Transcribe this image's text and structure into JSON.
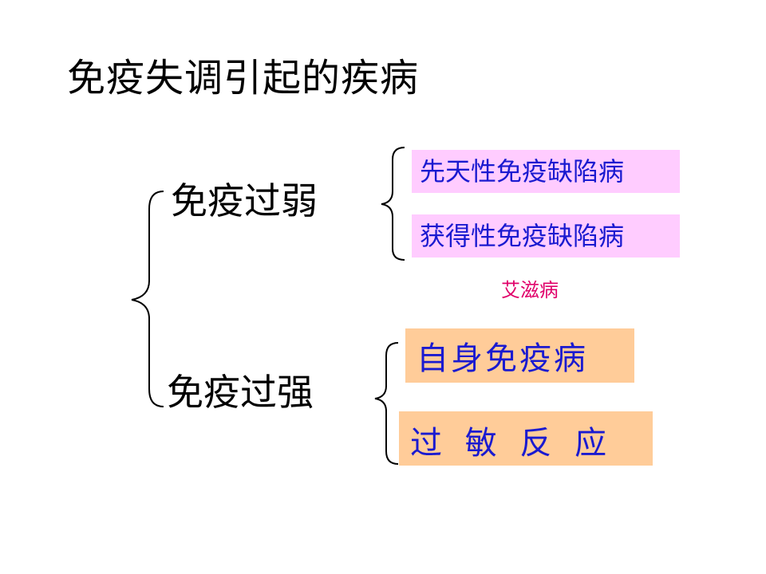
{
  "title": "免疫失调引起的疾病",
  "weak": {
    "label": "免疫过弱",
    "items": [
      "先天性免疫缺陷病",
      "获得性免疫缺陷病"
    ],
    "note": "艾滋病"
  },
  "strong": {
    "label": "免疫过强",
    "items": [
      "自身免疫病",
      "过 敏 反 应"
    ]
  },
  "colors": {
    "pink_box": "#ffccff",
    "orange_box": "#ffcc99",
    "box_text": "#1a1ad0",
    "note_text": "#e0006a"
  }
}
